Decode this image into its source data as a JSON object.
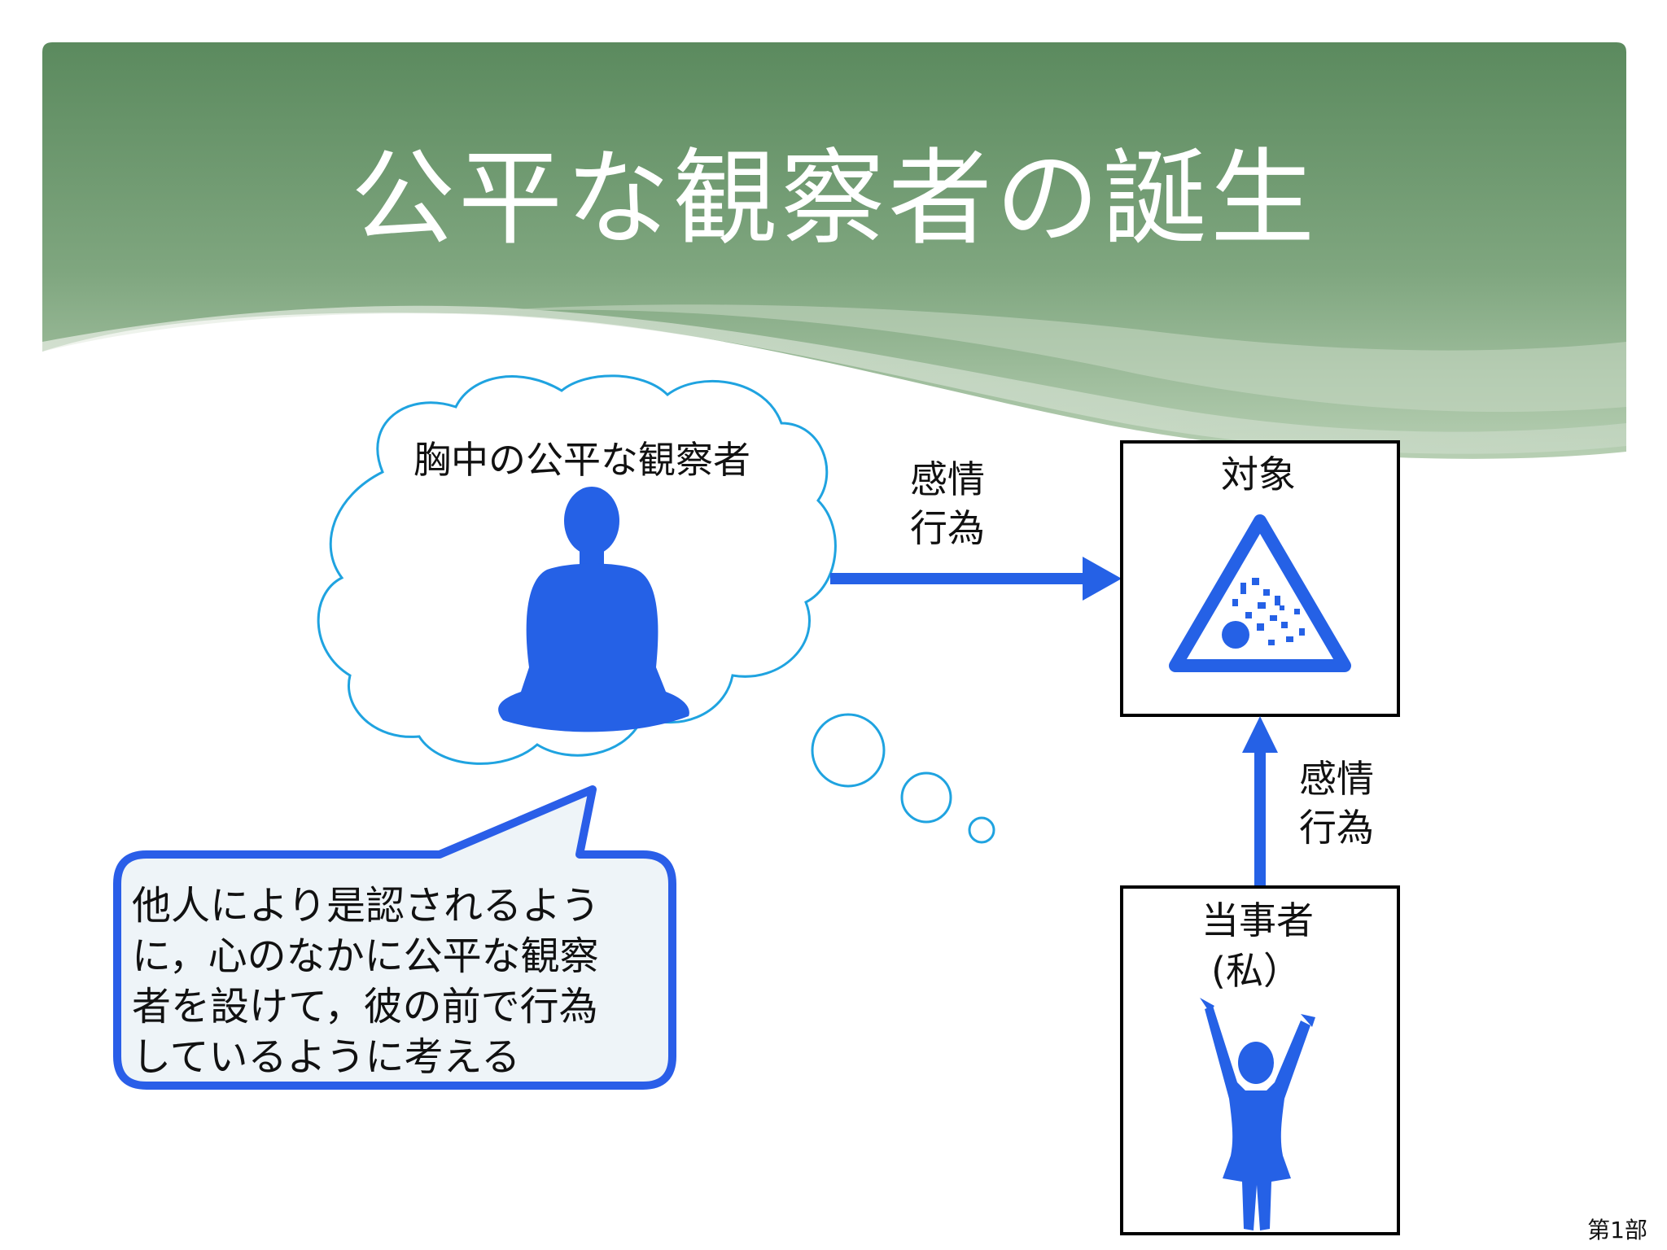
{
  "slide": {
    "title": "公平な観察者の誕生",
    "thought_label": "胸中の公平な観察者",
    "arrow_top_label_1": "感情",
    "arrow_top_label_2": "行為",
    "object_label": "対象",
    "arrow_side_label_1": "感情",
    "arrow_side_label_2": "行為",
    "self_label_1": "当事者",
    "self_label_2": "(私）",
    "callout_lines": [
      "他人により是認されるよう",
      "に，心のなかに公平な観察",
      "者を設けて，彼の前で行為",
      "しているように考える"
    ],
    "page_label": "第1部"
  },
  "colors": {
    "header_dark": "#5b8a5e",
    "header_light": "#a9c6a6",
    "figure_blue": "#2561e6",
    "cloud_outline": "#1fa3e0",
    "callout_border": "#2a5ee8",
    "callout_fill": "#eef4f8"
  },
  "icons": {
    "meditating_figure": "meditating-person-icon",
    "warning_triangle": "explosion-warning-icon",
    "cheering_child": "child-arms-raised-icon"
  }
}
